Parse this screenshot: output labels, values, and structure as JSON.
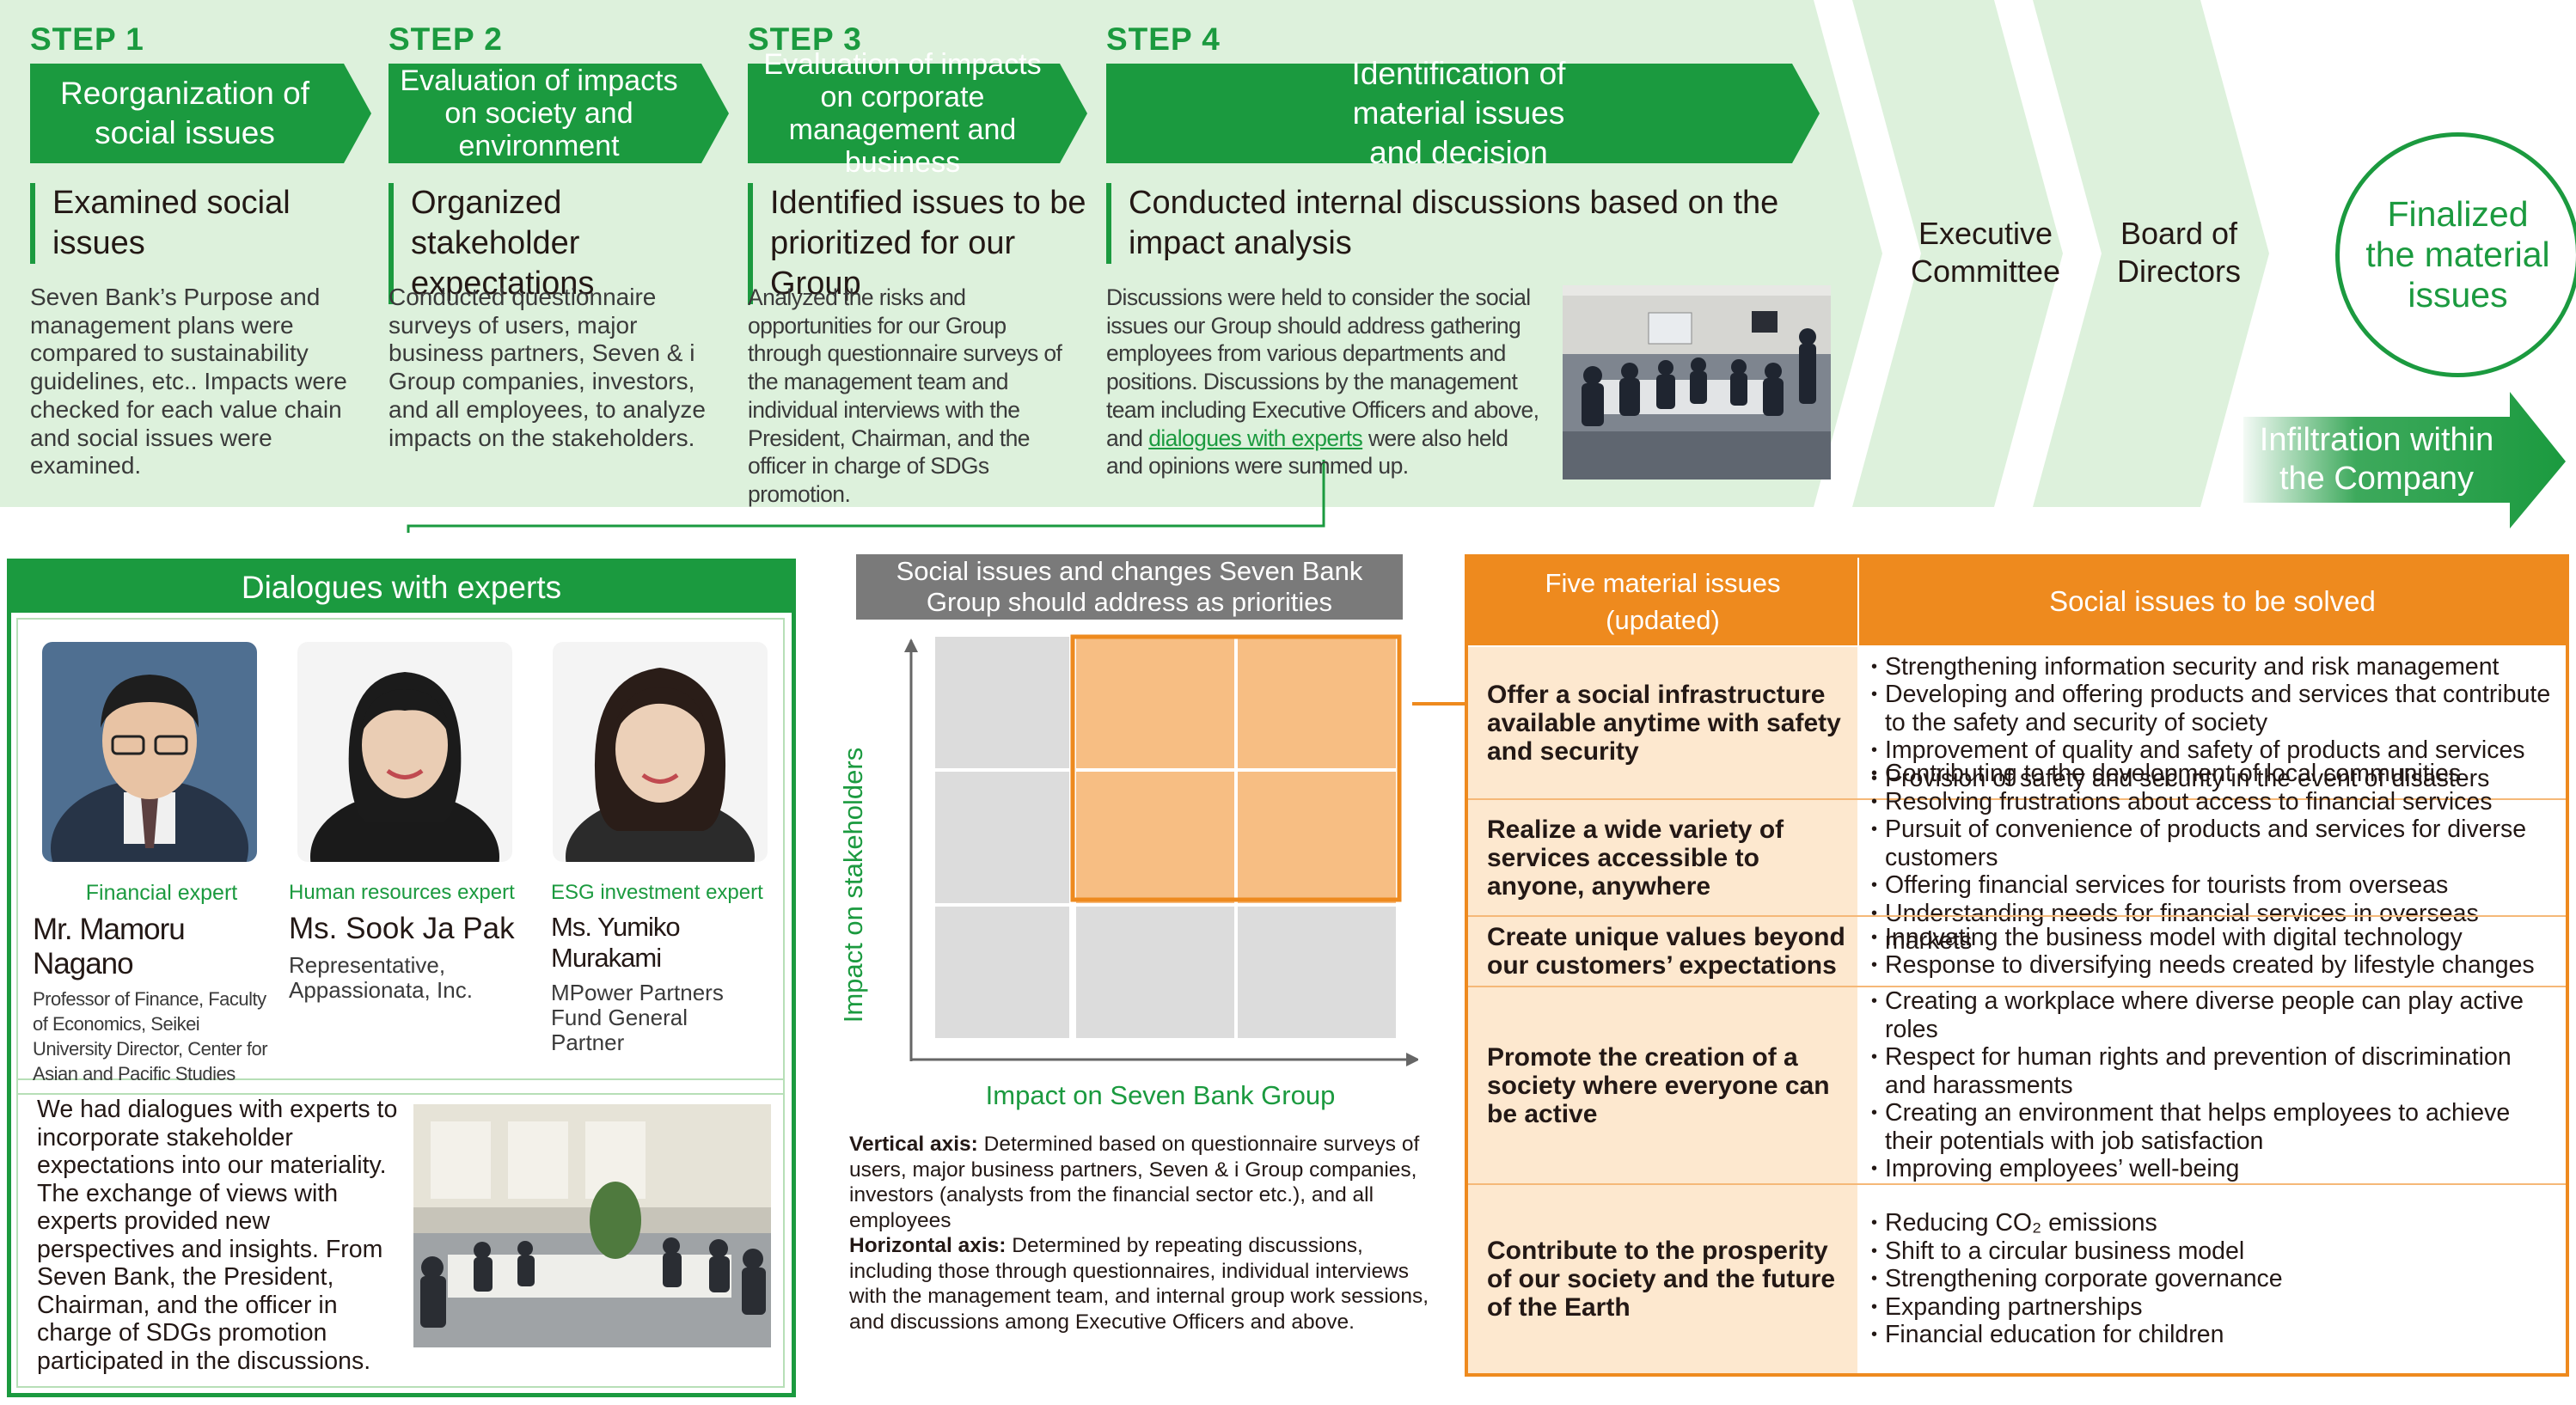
{
  "process": {
    "steps": [
      {
        "label": "STEP 1",
        "title": "Reorganization of social issues",
        "subhead": "Examined social issues",
        "text": "Seven Bank’s Purpose and management plans were compared to sustainability guidelines, etc.. Impacts were checked for each value chain and social issues were examined."
      },
      {
        "label": "STEP 2",
        "title": "Evaluation of impacts on society and environment",
        "subhead": "Organized stakeholder expectations",
        "text": "Conducted questionnaire surveys of users, major business partners, Seven & i Group companies, investors, and all employees, to analyze impacts on the stakeholders."
      },
      {
        "label": "STEP 3",
        "title": "Evaluation of impacts on corporate management and business",
        "subhead": "Identified issues to be prioritized for our Group",
        "text": "Analyzed the risks and opportunities for our Group through questionnaire surveys of the management team and individual interviews with the President, Chairman, and the officer in charge of SDGs promotion."
      },
      {
        "label": "STEP 4",
        "title": "Identification of material issues and decision",
        "subhead": "Conducted internal discussions based on the impact analysis",
        "text_before": "Discussions were held to consider the social issues our Group should address gathering employees from various departments and positions. Discussions by the management team including Executive Officers and above, and ",
        "text_link": "dialogues with experts",
        "text_after": " were also held and opinions were summed up."
      }
    ],
    "executive_committee": "Executive Committee",
    "board": "Board of Directors",
    "finalized": "Finalized the material issues",
    "infiltration": "Infiltration within the Company"
  },
  "experts": {
    "title": "Dialogues with experts",
    "people": [
      {
        "category": "Financial expert",
        "name": "Mr. Mamoru Nagano",
        "desc": "Professor of Finance, Faculty of Economics, Seikei University Director, Center for Asian and Pacific Studies"
      },
      {
        "category": "Human resources expert",
        "name": "Ms. Sook Ja Pak",
        "desc": "Representative, Appassionata, Inc."
      },
      {
        "category": "ESG investment expert",
        "name": "Ms. Yumiko Murakami",
        "desc": "MPower Partners Fund General Partner"
      }
    ],
    "summary": "We had dialogues with experts to incorporate stakeholder expectations into our materiality. The exchange of views with experts provided new perspectives and insights. From Seven Bank, the President, Chairman, and the officer in charge of SDGs promotion participated in the discussions."
  },
  "matrix": {
    "title": "Social issues and changes Seven Bank Group should address as priorities",
    "y_label": "Impact on stakeholders",
    "x_label": "Impact on Seven Bank Group",
    "grid": {
      "rows": 3,
      "cols": 3,
      "highlighted": [
        [
          0,
          1
        ],
        [
          0,
          2
        ],
        [
          1,
          1
        ],
        [
          1,
          2
        ]
      ]
    },
    "colors": {
      "gray": "#dcdcdc",
      "orange": "#f7be83",
      "orange_border": "#ee8a1e",
      "green": "#1b9a3f"
    },
    "notes": [
      {
        "bold": "Vertical axis:",
        "text": " Determined based on questionnaire surveys of users, major business partners, Seven & i Group companies, investors (analysts from the financial sector etc.), and all employees"
      },
      {
        "bold": "Horizontal axis:",
        "text": " Determined by repeating discussions, including those through questionnaires, individual interviews with the management team, and internal group work sessions, and discussions among Executive Officers and above."
      }
    ]
  },
  "material": {
    "col1": "Five material issues (updated)",
    "col2": "Social issues to be solved",
    "rows": [
      {
        "issue": "Offer a social infrastructure available anytime with safety and security",
        "items": [
          "Strengthening information security and risk management",
          "Developing and offering products and services that contribute to the safety and security of society",
          "Improvement of quality and safety of products and services",
          "Provision of safety and security in the event of disasters"
        ]
      },
      {
        "issue": "Realize a wide variety of services accessible to anyone, anywhere",
        "items": [
          "Contributing to the development of local communities",
          "Resolving frustrations about access to financial services",
          "Pursuit of convenience of products and services for diverse customers",
          "Offering financial services for tourists from overseas",
          "Understanding needs for financial services in overseas markets"
        ]
      },
      {
        "issue": "Create unique values beyond our customers’ expectations",
        "items": [
          "Innovating the business model with digital technology",
          "Response to diversifying needs created by lifestyle changes"
        ]
      },
      {
        "issue": "Promote the creation of a society where everyone can be active",
        "items": [
          "Creating a workplace where diverse people can play active roles",
          "Respect for human rights and prevention of discrimination and harassments",
          "Creating an environment that helps employees to achieve their potentials with job satisfaction",
          "Improving employees’ well-being"
        ]
      },
      {
        "issue": "Contribute to the prosperity of our society and the future of the Earth",
        "items": [
          "Reducing CO₂ emissions",
          "Shift to a circular business model",
          "Strengthening corporate governance",
          "Expanding partnerships",
          "Financial education for children"
        ]
      }
    ]
  }
}
